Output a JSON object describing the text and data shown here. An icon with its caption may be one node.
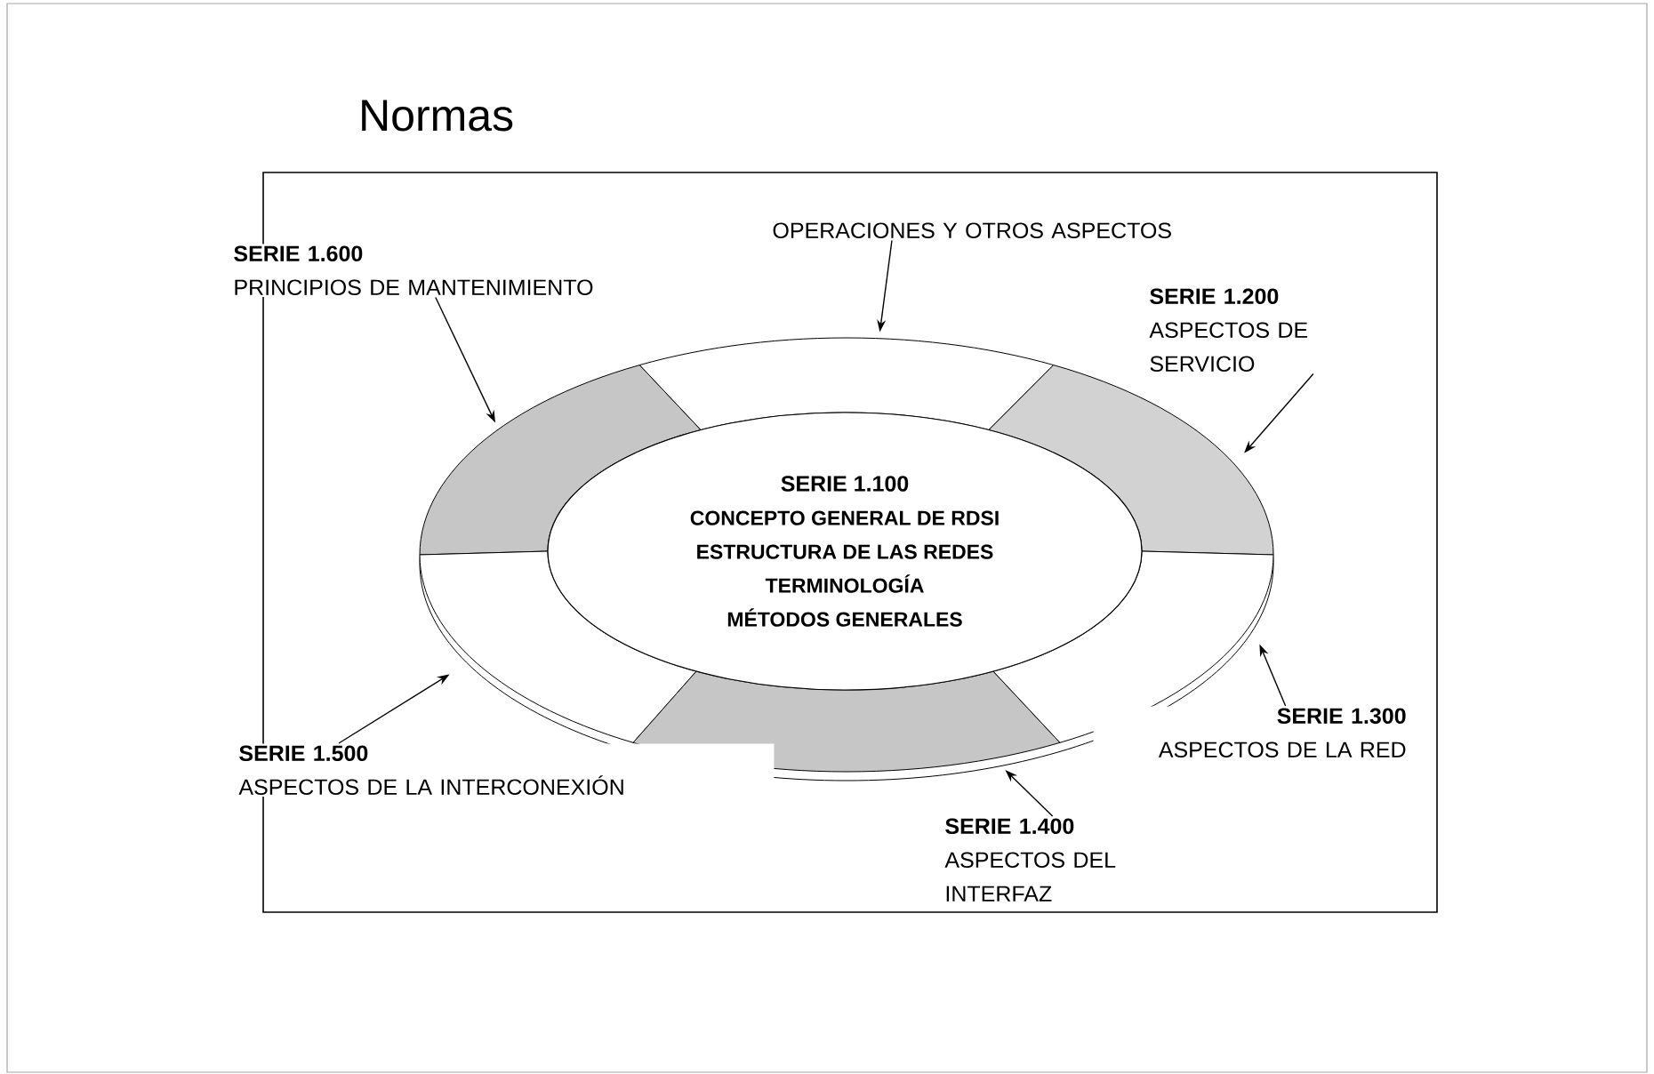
{
  "diagram": {
    "title": "Normas",
    "nodes": [
      {
        "text": [
          "OPERACIONES Y OTROS ASPECTOS"
        ]
      },
      {
        "text": [
          "SERIE 1.600",
          "PRINCIPIOS DE MANTENIMIENTO"
        ]
      },
      {
        "text": [
          "SERIE 1.200",
          "ASPECTOS DE SERVICIO"
        ]
      },
      {
        "text": [],
        "shape": "band"
      },
      {
        "text": [],
        "shape": "band"
      },
      {
        "text": [],
        "shape": "band"
      },
      {
        "text": [
          "SERIE 1.100",
          "CONCEPTO GENERAL DE RDSI",
          "ESTRUCTURA DE LAS REDES",
          "TERMINOLOGÍA",
          "MÉTODOS GENERALES"
        ]
      },
      {
        "text": [],
        "shape": "band"
      },
      {
        "text": [],
        "shape": "band"
      },
      {
        "text": [],
        "shape": "band"
      },
      {
        "text": [
          "SERIE 1.300",
          "ASPECTOS DE LA RED"
        ]
      },
      {
        "text": [
          "SERIE 1.500",
          "ASPECTOS DE LA INTERCONEXIÓN"
        ]
      },
      {
        "text": [
          "SERIE 1.400",
          "ASPECTOS DEL INTERFAZ"
        ]
      }
    ],
    "edges": [
      {
        "from": 0,
        "to": 4,
        "arrow": "to"
      },
      {
        "from": 1,
        "to": 3,
        "arrow": "to"
      },
      {
        "from": 2,
        "to": 5,
        "arrow": "to"
      },
      {
        "from": 10,
        "to": 9,
        "arrow": "to"
      },
      {
        "from": 11,
        "to": 7,
        "arrow": "to"
      },
      {
        "from": 12,
        "to": 8,
        "arrow": "to"
      }
    ]
  }
}
